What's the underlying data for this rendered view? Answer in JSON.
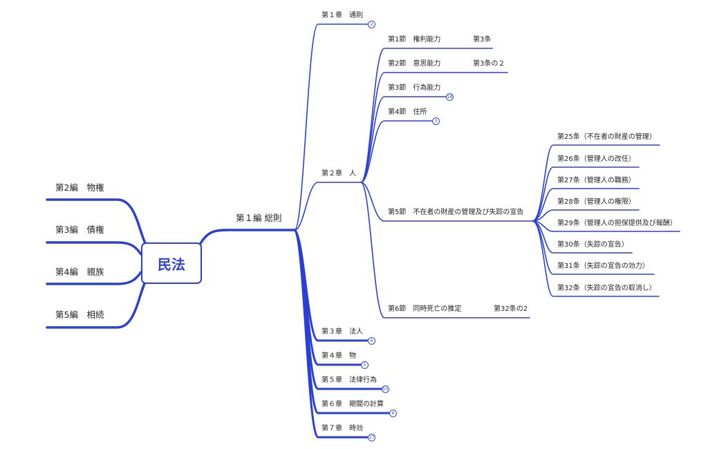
{
  "root": {
    "label": "民法"
  },
  "left_branches": [
    {
      "label": "第2編　物権"
    },
    {
      "label": "第3編　債権"
    },
    {
      "label": "第4編　親族"
    },
    {
      "label": "第5編　相続"
    }
  ],
  "main_branch": {
    "label": "第１編 総則"
  },
  "chapters": [
    {
      "label": "第１章　通則",
      "badge": "2"
    },
    {
      "label": "第２章　人",
      "badge": ""
    },
    {
      "label": "第３章　法人",
      "badge": "6"
    },
    {
      "label": "第４章　物",
      "badge": "5"
    },
    {
      "label": "第５章　法律行為",
      "badge": "55"
    },
    {
      "label": "第６章　期間の計算",
      "badge": "6"
    },
    {
      "label": "第７章　時効",
      "badge": "27"
    }
  ],
  "sections": [
    {
      "label": "第1節　権利能力",
      "ref": "第3条",
      "badge": ""
    },
    {
      "label": "第2節　意思能力",
      "ref": "第3条の２",
      "badge": ""
    },
    {
      "label": "第3節　行為能力",
      "ref": "",
      "badge": "18"
    },
    {
      "label": "第4節　住所",
      "ref": "",
      "badge": "3"
    },
    {
      "label": "第5節　不在者の財産の管理及び失踪の宣告",
      "ref": "",
      "badge": ""
    },
    {
      "label": "第6節　同時死亡の推定",
      "ref": "第32条の2",
      "badge": ""
    }
  ],
  "articles": [
    {
      "label": "第25条（不在者の財産の管理）"
    },
    {
      "label": "第26条（管理人の改任）"
    },
    {
      "label": "第27条（管理人の職務）"
    },
    {
      "label": "第28条（管理人の権限）"
    },
    {
      "label": "第29条（管理人の担保提供及び報酬）"
    },
    {
      "label": "第30条（失踪の宣告）"
    },
    {
      "label": "第31条（失踪の宣告の効力）"
    },
    {
      "label": "第32条（失踪の宣告の取消し）"
    }
  ],
  "colors": {
    "line": "#2a3fd6",
    "text": "#222222"
  }
}
